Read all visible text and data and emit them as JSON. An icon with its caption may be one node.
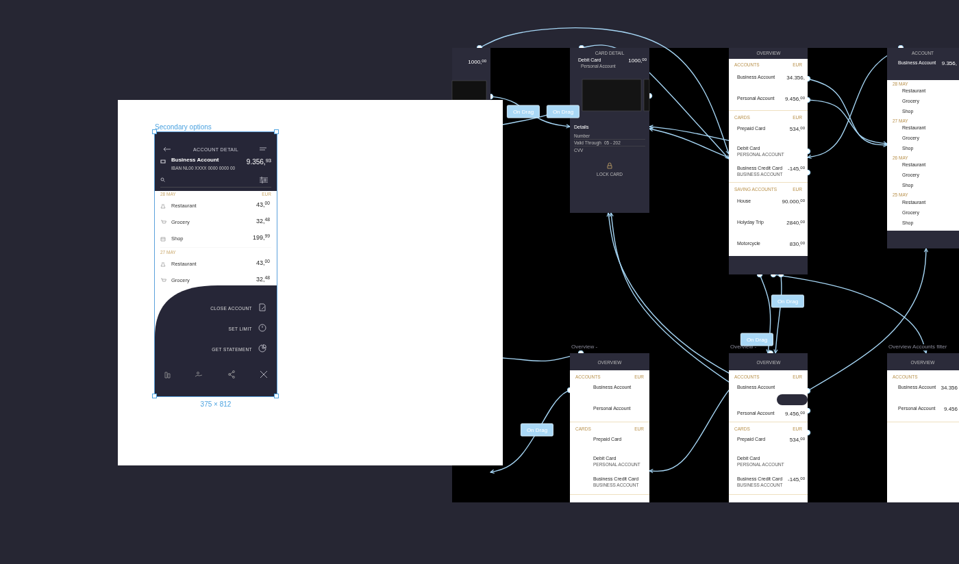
{
  "diagram": {
    "nodes": [
      {
        "text": [
          "Secondary options",
          "ACCOUNT DETAIL",
          "Business Account",
          "IBAN NL00 XXXX 0000 0000 00",
          "9.356,$^{93}$",
          "28 MAY",
          "EUR",
          "Restaurant",
          "43,$^{00}$",
          "Grocery",
          "32,$^{48}$",
          "Shop",
          "199,$^{99}$",
          "27 MAY",
          "Restaurant",
          "43,$^{00}$",
          "Grocery",
          "32,$^{48}$",
          "CLOSE ACCOUNT",
          "SET LIMIT",
          "GET STATEMENT"
        ],
        "beside": [
          "375 × 812"
        ]
      },
      {
        "text": [
          "1000,$^{00}$"
        ]
      },
      {
        "text": [
          "CARD DETAIL",
          "Debit Card",
          "Personal Account",
          "1000,$^{00}$",
          "Details",
          "Number",
          "Valid Through",
          "05 - 202",
          "CVV",
          "LOCK CARD"
        ]
      },
      {
        "text": [
          "OVERVIEW",
          "ACCOUNTS",
          "EUR",
          "Business Account",
          "34.356,",
          "Personal Account",
          "9.456,$^{00}$",
          "CARDS",
          "EUR",
          "Prepaid Card",
          "534,$^{00}$",
          "Debit Card",
          "PERSONAL ACCOUNT",
          "Business Credit Card",
          "BUSINESS ACCOUNT",
          "-145,$^{00}$",
          "SAVING ACCOUNTS",
          "EUR",
          "House",
          "90.000,$^{00}$",
          "Holyday Trip",
          "2840,$^{00}$",
          "Motorcycle",
          "830,$^{00}$"
        ]
      },
      {
        "text": [
          "ACCOUNT",
          "Business Account",
          "9.356,",
          "28 MAY",
          "Restaurant",
          "Grocery",
          "Shop",
          "27 MAY",
          "Restaurant",
          "Grocery",
          "Shop",
          "26 MAY",
          "Restaurant",
          "Grocery",
          "Shop",
          "25 MAY",
          "Restaurant",
          "Grocery",
          "Shop"
        ]
      },
      {
        "text": [
          "Overview -",
          "OVERVIEW",
          "ACCOUNTS",
          "EUR",
          "Business Account",
          "Personal Account",
          "CARDS",
          "EUR",
          "Prepaid Card",
          "Debit Card",
          "PERSONAL ACCOUNT",
          "Business Credit Card",
          "BUSINESS ACCOUNT"
        ]
      },
      {
        "text": [
          "Overview -",
          "OVERVIEW",
          "ACCOUNTS",
          "EUR",
          "Business Account",
          "Personal Account",
          "9.456,$^{00}$",
          "CARDS",
          "EUR",
          "Prepaid Card",
          "534,$^{00}$",
          "Debit Card",
          "PERSONAL ACCOUNT",
          "Business Credit Card",
          "BUSINESS ACCOUNT",
          "-145,$^{00}$"
        ]
      },
      {
        "text": [
          "Overview Accounts filter",
          "OVERVIEW",
          "ACCOUNTS",
          "Business Account",
          "34.356",
          "Personal Account",
          "9.456"
        ]
      }
    ],
    "edges": [
      {
        "from": 1,
        "to": 2,
        "arrow": "to",
        "label": "On Drag"
      },
      {
        "from": 2,
        "to": null,
        "arrow": "other",
        "label": "On Drag"
      },
      {
        "from": 2,
        "to": 3,
        "arrow": "to"
      },
      {
        "from": 1,
        "to": 3,
        "arrow": "to"
      },
      {
        "from": 3,
        "to": 2,
        "arrow": "to"
      },
      {
        "from": 3,
        "to": 4,
        "arrow": "to"
      },
      {
        "from": 3,
        "to": 4,
        "arrow": "to"
      },
      {
        "from": 4,
        "to": 3,
        "arrow": "to"
      },
      {
        "from": 3,
        "to": 2,
        "arrow": "to"
      },
      {
        "from": 3,
        "to": 6,
        "arrow": "to",
        "label": "On Drag"
      },
      {
        "from": 5,
        "to": null,
        "arrow": "other"
      },
      {
        "from": 5,
        "to": null,
        "arrow": "to",
        "label": "On Drag"
      },
      {
        "from": 6,
        "to": 5,
        "arrow": "to"
      },
      {
        "from": 6,
        "to": 2,
        "arrow": "to"
      },
      {
        "from": 6,
        "to": 4,
        "arrow": "to"
      },
      {
        "from": 3,
        "to": 7,
        "arrow": "to"
      },
      {
        "from": 3,
        "to": 6,
        "arrow": "to",
        "label": "On Drag"
      },
      {
        "from": 6,
        "to": 2,
        "arrow": "to"
      }
    ]
  }
}
